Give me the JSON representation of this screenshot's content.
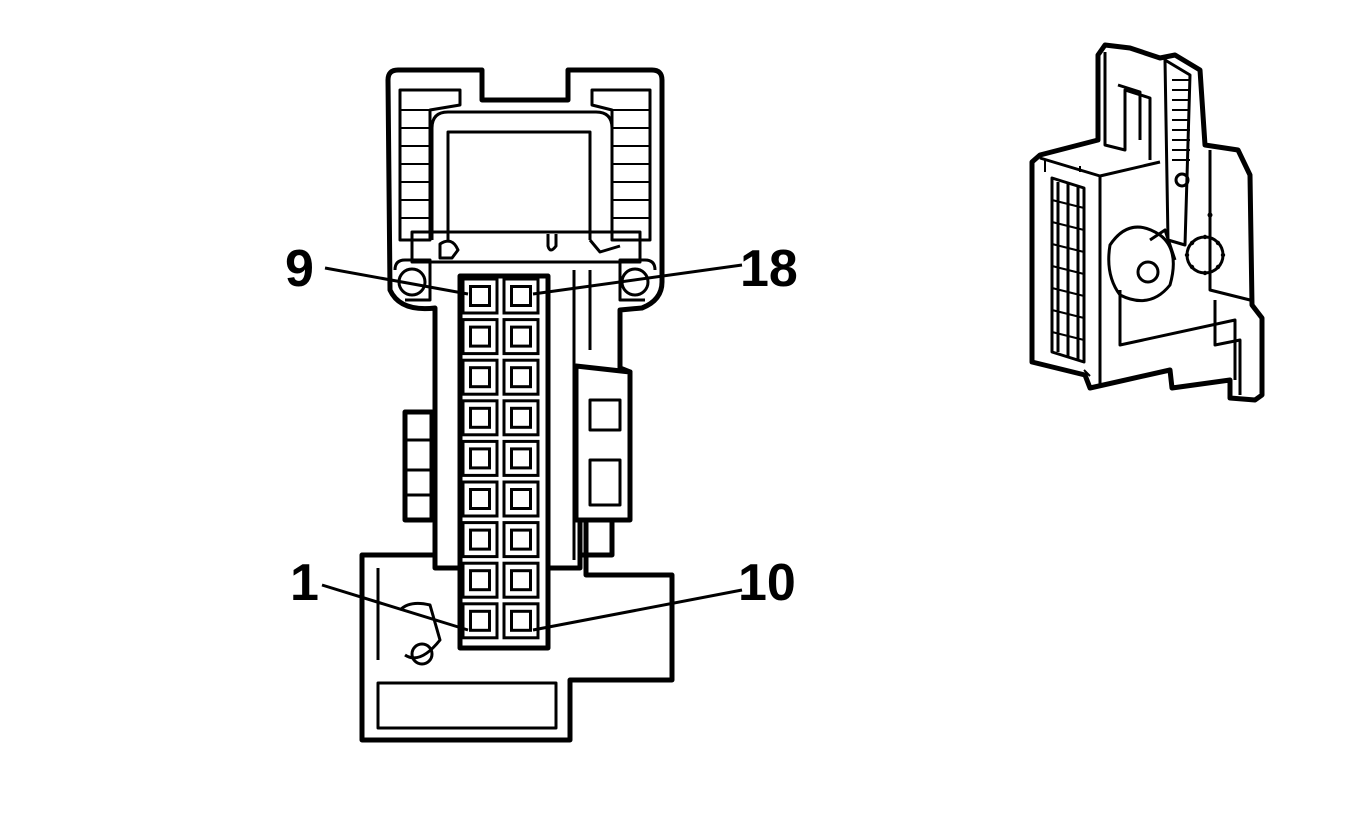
{
  "pin_labels": {
    "top_left": "9",
    "top_right": "18",
    "bottom_left": "1",
    "bottom_right": "10"
  },
  "connector": {
    "rows": 9,
    "columns": 2,
    "pin_count": 18
  }
}
